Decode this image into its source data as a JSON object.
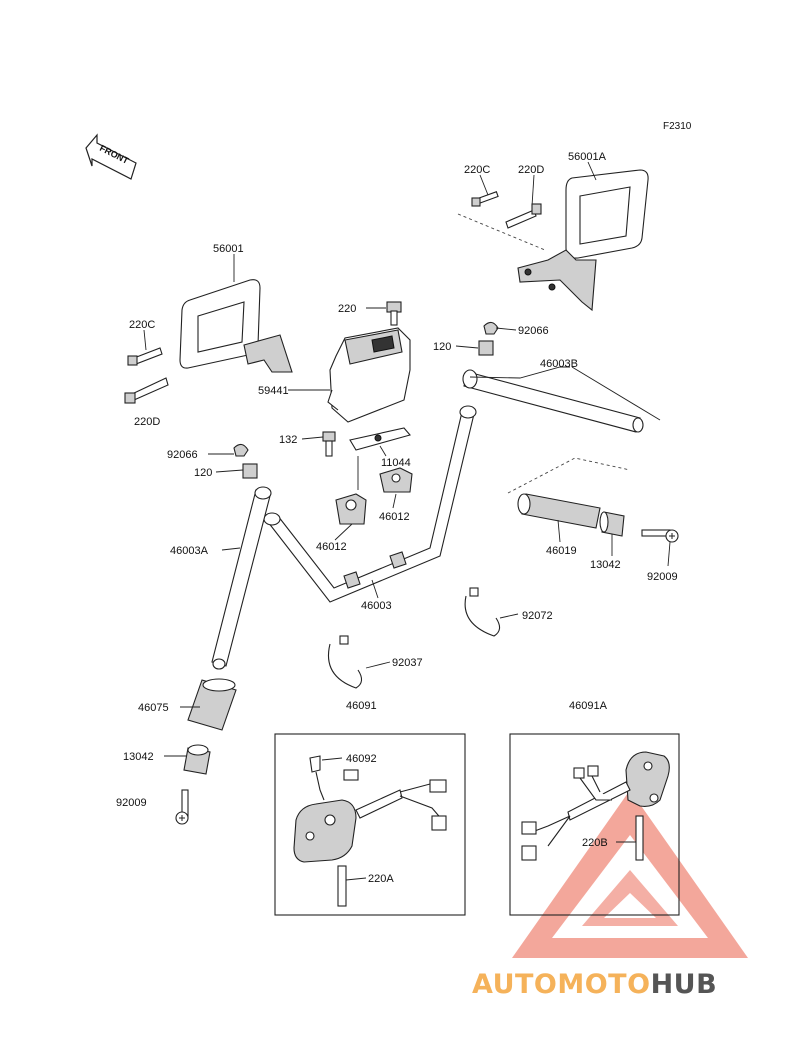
{
  "figure_code": "F2310",
  "front_label": "FRONT",
  "parts": [
    {
      "id": "p220c-top",
      "label": "220C"
    },
    {
      "id": "p220d-top",
      "label": "220D"
    },
    {
      "id": "p56001a",
      "label": "56001A"
    },
    {
      "id": "p56001",
      "label": "56001"
    },
    {
      "id": "p220c-left",
      "label": "220C"
    },
    {
      "id": "p220d-left",
      "label": "220D"
    },
    {
      "id": "p220",
      "label": "220"
    },
    {
      "id": "p92066-right",
      "label": "92066"
    },
    {
      "id": "p120-right",
      "label": "120"
    },
    {
      "id": "p46003b",
      "label": "46003B"
    },
    {
      "id": "p59441",
      "label": "59441"
    },
    {
      "id": "p132",
      "label": "132"
    },
    {
      "id": "p11044",
      "label": "11044"
    },
    {
      "id": "p92066-left",
      "label": "92066"
    },
    {
      "id": "p120-left",
      "label": "120"
    },
    {
      "id": "p46012-right",
      "label": "46012"
    },
    {
      "id": "p46012-left",
      "label": "46012"
    },
    {
      "id": "p46003a",
      "label": "46003A"
    },
    {
      "id": "p46019",
      "label": "46019"
    },
    {
      "id": "p13042-right",
      "label": "13042"
    },
    {
      "id": "p92009-right",
      "label": "92009"
    },
    {
      "id": "p46003",
      "label": "46003"
    },
    {
      "id": "p92072",
      "label": "92072"
    },
    {
      "id": "p92037",
      "label": "92037"
    },
    {
      "id": "p46075",
      "label": "46075"
    },
    {
      "id": "p46091",
      "label": "46091"
    },
    {
      "id": "p46091a",
      "label": "46091A"
    },
    {
      "id": "p46092",
      "label": "46092"
    },
    {
      "id": "p13042-left",
      "label": "13042"
    },
    {
      "id": "p92009-left",
      "label": "92009"
    },
    {
      "id": "p220a",
      "label": "220A"
    },
    {
      "id": "p220b",
      "label": "220B"
    }
  ],
  "watermark": {
    "part1": "AUTOMOTO",
    "part2": "HUB",
    "color_primary": "#f08a7a",
    "color_secondary": "#f5b25a",
    "color_dark": "#555555"
  }
}
